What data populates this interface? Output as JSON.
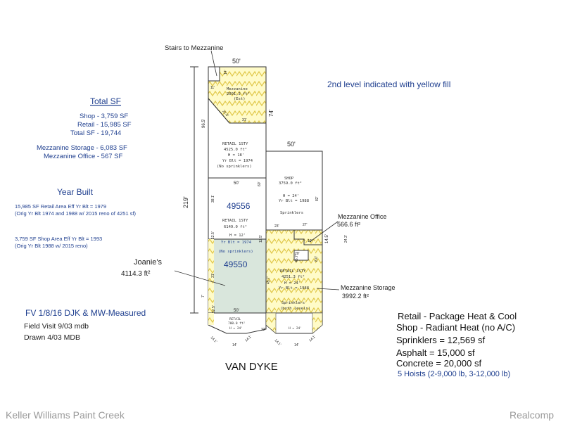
{
  "colors": {
    "hatch_fill": "#fffbc8",
    "hatch_line": "#e0c84a",
    "joanies_fill": "#d9e6dc",
    "label_blue": "#1f3f8f",
    "wall": "#333333",
    "watermark": "#9a9a9a"
  },
  "labels": {
    "stairs": "Stairs to Mezzanine",
    "legend_note": "2nd level indicated with yellow fill",
    "street": "VAN DYKE",
    "joanies_name": "Joanie's",
    "joanies_area": "4114.3 ft²",
    "mezz_office_title": "Mezzanine Office",
    "mezz_office_area": "566.6 ft²",
    "mezz_storage_title": "Mezzanine Storage",
    "mezz_storage_area": "3992.2 ft²"
  },
  "total_sf": {
    "title": "Total SF",
    "shop": "Shop - 3,759 SF",
    "retail": "Retail - 15,985 SF",
    "total": "Total SF - 19,744",
    "mezz_storage": "Mezzanine Storage - 6,083 SF",
    "mezz_office": "Mezzanine Office - 567 SF"
  },
  "year_built": {
    "title": "Year Built",
    "line1": "15,985 SF Retail Area Eff Yr Blt = 1979",
    "line2": "(Orig Yr Blt 1974 and 1988 w/ 2015 reno of 4251 sf)",
    "line3": "3,759 SF Shop Area Eff Yr Blt = 1993",
    "line4": "(Orig Yr Blt 1988 w/ 2015 reno)"
  },
  "fv": {
    "line1": "FV 1/8/16 DJK & MW-Measured",
    "line2": "Field Visit 9/03 mdb",
    "line3": "Drawn 4/03 MDB"
  },
  "notes": {
    "line1": "Retail - Package Heat & Cool",
    "line2": "Shop - Radiant Heat (no A/C)",
    "line3": "Sprinklers = 12,569 sf",
    "line4": "Asphalt = 15,000 sf",
    "line5": "Concrete = 20,000 sf",
    "line6": "5 Hoists (2-9,000 lb, 3-12,000 lb)"
  },
  "watermark": {
    "left": "Keller Williams Paint Creek",
    "right": "Realcomp"
  },
  "dims": {
    "top_width": "50'",
    "shop_width": "50'",
    "mid_width": "50'",
    "bottom_width": "50'",
    "overall_height": "219'",
    "left_upper": "96.5'",
    "right_upper": "74'",
    "seg_384": "38.1'",
    "seg_60": "60'",
    "seg_125": "12.5'",
    "seg_145": "14.5'",
    "seg_23": "23'",
    "seg_27": "27'",
    "seg_82": "82'",
    "seg_31": "31'",
    "seg_7": "7'",
    "seg_14_top": "14'",
    "seg_11": "11'",
    "seg_215": "21.5'",
    "seg_31b": "31'",
    "seg_20": "20'",
    "seg_10": "10'",
    "seg_22": "22'",
    "seg_141a": "14.1'",
    "seg_14a": "14'",
    "seg_141b": "14.1'",
    "seg_141c": "14.1'",
    "seg_14b": "14'",
    "seg_141d": "14.1'",
    "seg_243": "24.3'",
    "seg_80": "8.0'",
    "seg_45": "45.7'",
    "seg_12a": "12.5'",
    "seg_12b": "12.5'"
  },
  "rooms": {
    "mezz_top": {
      "l1": "Mezzanine",
      "l2": "2091.3 ft²",
      "l3": "(Est)"
    },
    "retail_top": {
      "l1": "RETAIL 1STY",
      "l2": "4525.0 ft²",
      "l3": "H = 18'",
      "l4": "Yr Blt = 1974",
      "l5": "(No sprinklers)"
    },
    "shop": {
      "l1": "SHOP",
      "l2": "3759.0 ft²",
      "l3": "H = 24'",
      "l4": "Yr Blt = 1988",
      "l5": "Sprinklers"
    },
    "retail_mid": {
      "num": "49556",
      "l1": "RETAIL 1STY",
      "l2": "6149.0 ft²",
      "l3": "H = 12'",
      "l4": "Yr Blt = 1974",
      "l5": "(No sprinklers)"
    },
    "joanies": {
      "num": "49550"
    },
    "retail_right": {
      "l1": "RETAIL 1STY",
      "l2": "4251.3 ft²",
      "l3": "H = 24'",
      "l4": "Yr Blt = 1988",
      "l5": "Sprinklers",
      "l6": "(both levels)"
    },
    "retail_small": {
      "l1": "RETAIL",
      "l2": "700.0 ft²",
      "l3": "H = 24'"
    },
    "bottom_right": {
      "l1": "H = 24'"
    }
  }
}
